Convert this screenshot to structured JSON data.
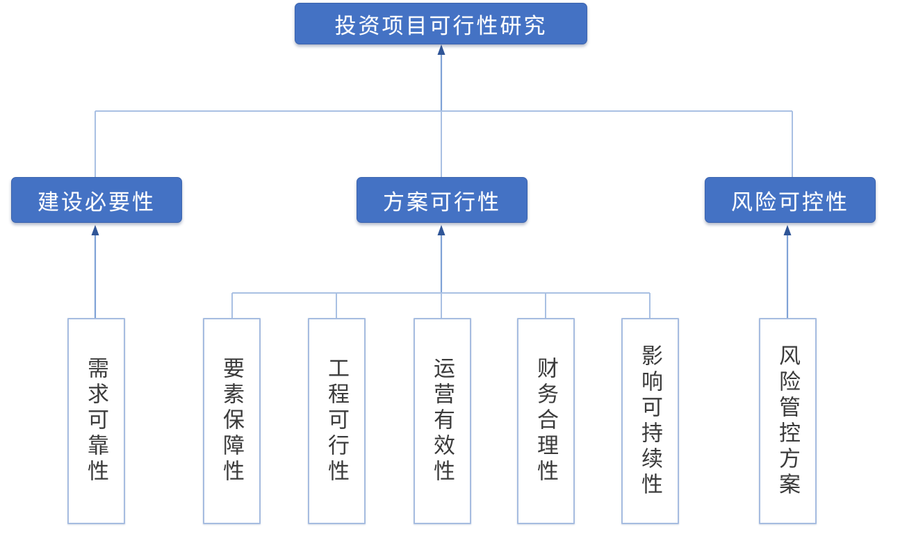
{
  "diagram": {
    "type": "organizational-tree",
    "title_node": {
      "id": "root",
      "label": "投资项目可行性研究"
    },
    "colors": {
      "node_fill": "#4472C4",
      "node_text": "#FFFFFF",
      "leaf_fill": "#FFFFFF",
      "leaf_border": "#A6BCE0",
      "leaf_text": "#3B3B3B",
      "connector": "#A9C0E3",
      "arrow": "#2F5597",
      "background": "#FFFFFF"
    },
    "level2": [
      {
        "id": "necessity",
        "label": "建设必要性"
      },
      {
        "id": "feasibility",
        "label": "方案可行性"
      },
      {
        "id": "risk",
        "label": "风险可控性"
      }
    ],
    "leaves": [
      {
        "id": "demand-reliability",
        "parent": "necessity",
        "label": "需求可靠性"
      },
      {
        "id": "factor-assurance",
        "parent": "feasibility",
        "label": "要素保障性"
      },
      {
        "id": "engineering-feasibility",
        "parent": "feasibility",
        "label": "工程可行性"
      },
      {
        "id": "operation-effectiveness",
        "parent": "feasibility",
        "label": "运营有效性"
      },
      {
        "id": "financial-rationality",
        "parent": "feasibility",
        "label": "财务合理性"
      },
      {
        "id": "impact-sustainability",
        "parent": "feasibility",
        "label": "影响可持续性"
      },
      {
        "id": "risk-control-plan",
        "parent": "risk",
        "label": "风险管控方案"
      }
    ]
  }
}
